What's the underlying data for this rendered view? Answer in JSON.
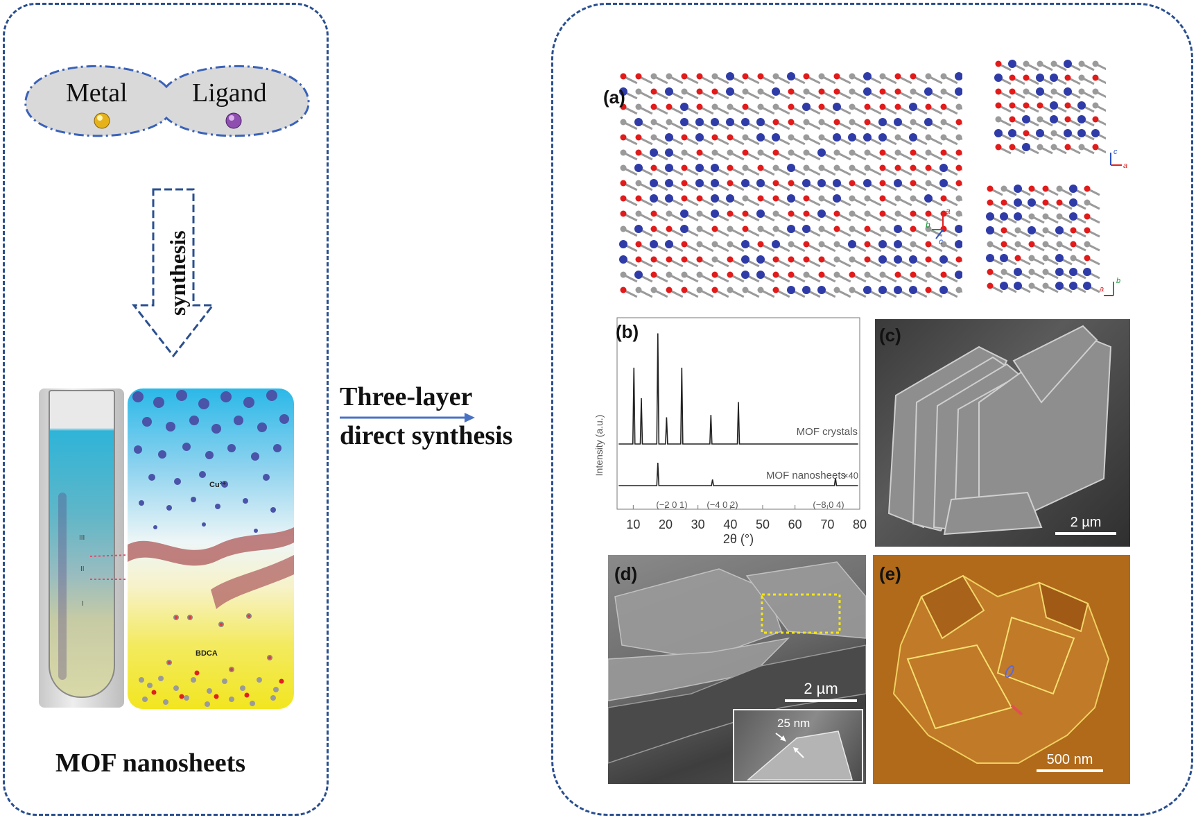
{
  "left": {
    "metal_label": "Metal",
    "ligand_label": "Ligand",
    "synthesis_label": "synthesis",
    "bottom_title": "MOF nanosheets",
    "inset_labels": {
      "cu": "Cu²⁺",
      "bdca": "BDCA",
      "tube_marks": [
        "III",
        "II",
        "I"
      ]
    }
  },
  "middle": {
    "line1": "Three-layer",
    "line2": "direct synthesis"
  },
  "right": {
    "panel_a": {
      "label": "(a)",
      "axes_main": [
        "a",
        "b",
        "c"
      ],
      "axes_top": [
        "c",
        "a"
      ],
      "axes_bottom": [
        "b",
        "a"
      ]
    },
    "panel_b": {
      "label": "(b)"
    },
    "panel_c": {
      "label": "(c)",
      "scale": "2 µm"
    },
    "panel_d": {
      "label": "(d)",
      "scale": "2 µm",
      "inset_scale": "25 nm"
    },
    "panel_e": {
      "label": "(e)",
      "scale": "500 nm"
    }
  },
  "chart_data": {
    "type": "line",
    "xlabel": "2θ (°)",
    "ylabel": "Intensity (a.u.)",
    "xlim": [
      5,
      80
    ],
    "xticks": [
      10,
      20,
      30,
      40,
      50,
      60,
      70,
      80
    ],
    "series": [
      {
        "name": "MOF crystals",
        "peaks": [
          [
            10.2,
            1.0
          ],
          [
            12.5,
            0.6
          ],
          [
            17.6,
            1.45
          ],
          [
            20.3,
            0.35
          ],
          [
            25.0,
            1.0
          ],
          [
            34.0,
            0.38
          ],
          [
            42.5,
            0.55
          ]
        ]
      },
      {
        "name": "MOF nanosheets",
        "peaks": [
          [
            17.6,
            0.3
          ],
          [
            34.5,
            0.08
          ],
          [
            72.5,
            0.1
          ]
        ]
      }
    ],
    "peak_labels": [
      "(−2 0 1)",
      "(−4 0 2)",
      "(−8 0 4)"
    ],
    "annotation": "×40"
  },
  "colors": {
    "frame": "#2a4f8f",
    "arrow": "#4a72c4",
    "oxygen": "#e11a1a",
    "metal": "#2f3ca8",
    "carbon": "#9a9a9a",
    "afm": "#b06a1a"
  }
}
